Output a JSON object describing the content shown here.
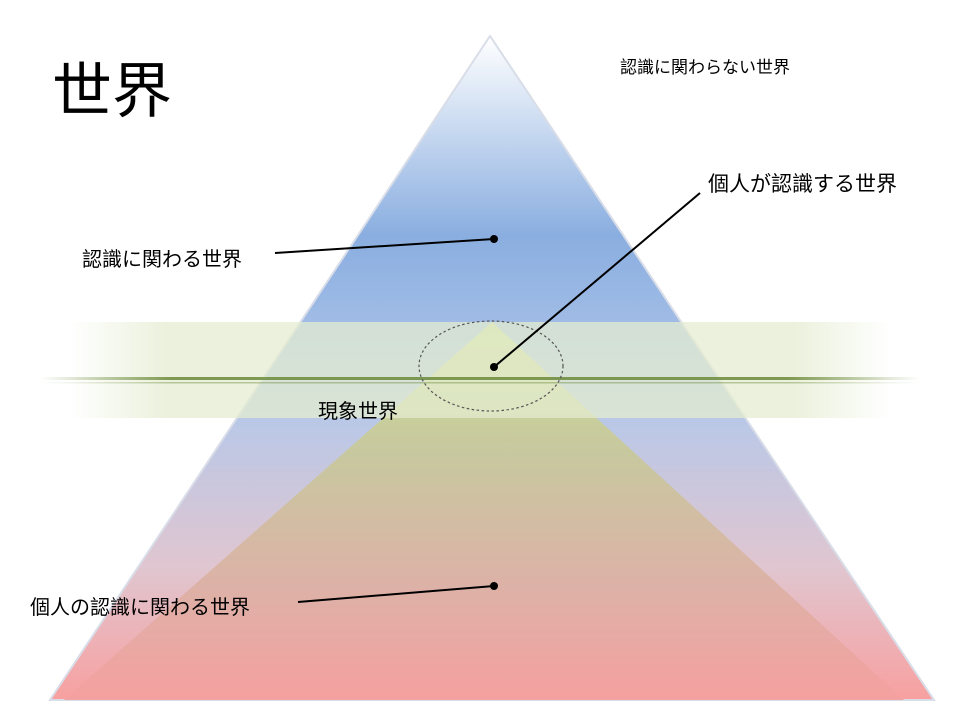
{
  "title": "世界",
  "labels": {
    "outside_cognition": "認識に関わらない世界",
    "individual_recognition": "個人が認識する世界",
    "related_to_cognition": "認識に関わる世界",
    "phenomenal_world": "現象世界",
    "individual_cognition": "個人の認識に関わる世界"
  },
  "colors": {
    "pyramid_top": "#ffffff",
    "pyramid_middle": "#8aaee0",
    "pyramid_bottom": "#f7a0a0",
    "inner_triangle": "#c8d88a",
    "phenomenal_band": "#e4ecd0",
    "horizon_line": "#6b8a3a"
  }
}
